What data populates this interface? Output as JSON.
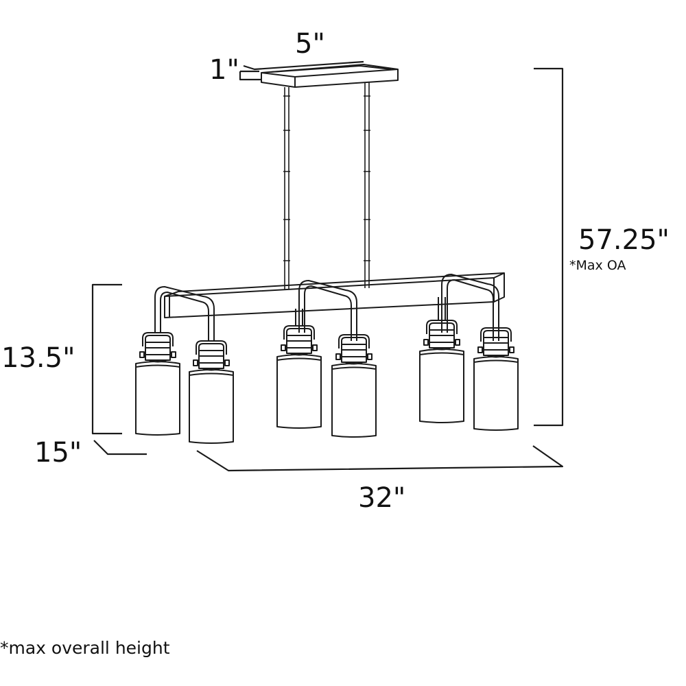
{
  "dimensions": {
    "canopy_width": "5\"",
    "canopy_height": "1\"",
    "overall_height": "57.25\"",
    "overall_height_note": "*Max OA",
    "fixture_height": "13.5\"",
    "depth": "15\"",
    "width": "32\""
  },
  "footnote": "*max overall height",
  "colors": {
    "line": "#1a1a1a",
    "background": "#ffffff"
  }
}
